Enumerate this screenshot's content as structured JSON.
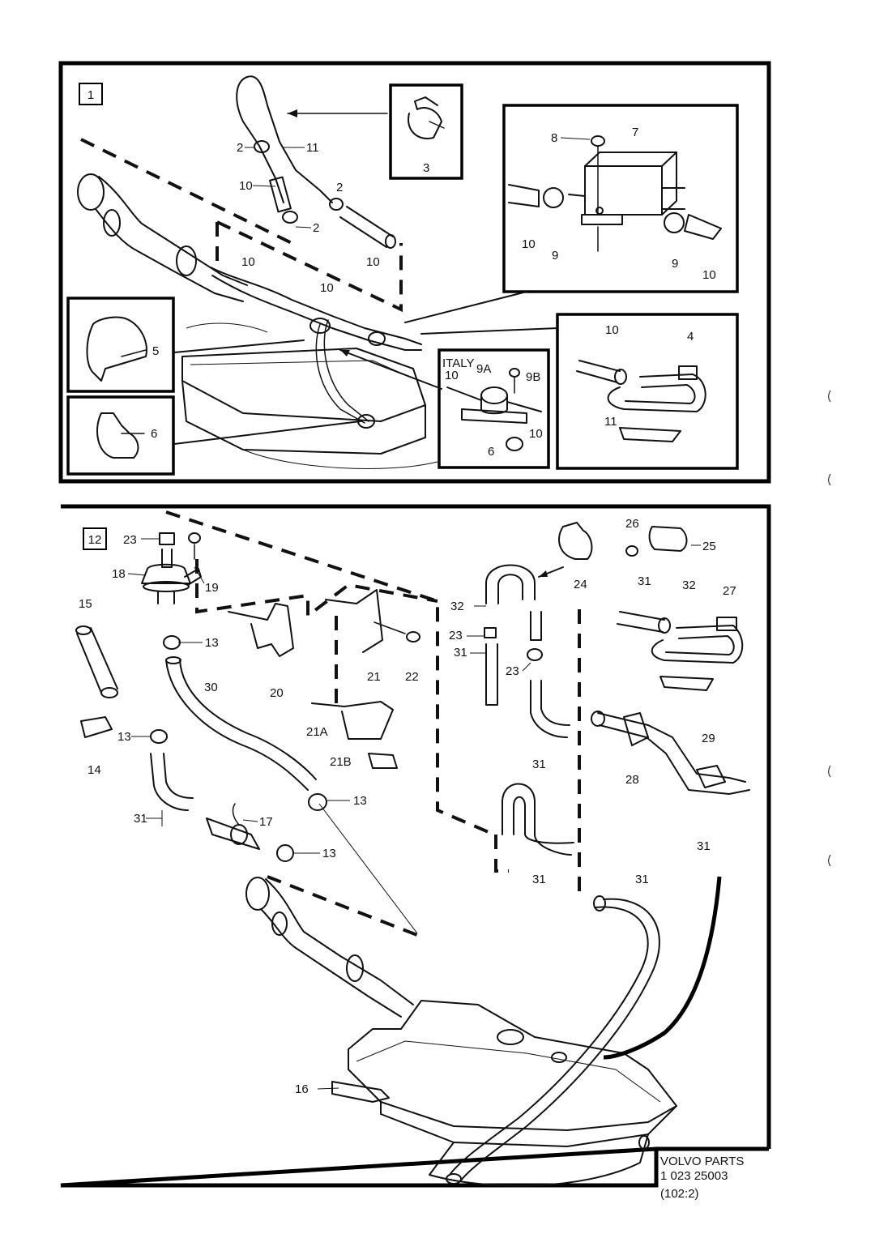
{
  "panels": {
    "top": {
      "number": "1"
    },
    "bottom": {
      "number": "12"
    }
  },
  "labels_top": {
    "l2a": "2",
    "l11a": "11",
    "l10a": "10",
    "l2b": "2",
    "l2c": "2",
    "l10b": "10",
    "l3": "3",
    "l8": "8",
    "l7": "7",
    "l10c": "10",
    "l9a": "9",
    "l9b": "9",
    "l10d": "10",
    "l10e": "10",
    "l10f": "10",
    "l5": "5",
    "l6a": "6",
    "italy": "ITALY",
    "l10g": "10",
    "l9A": "9A",
    "l9B": "9B",
    "l10h": "10",
    "l6b": "6",
    "l10i": "10",
    "l4": "4",
    "l11b": "11"
  },
  "labels_bottom": {
    "l23a": "23",
    "l18": "18",
    "l19": "19",
    "l15": "15",
    "l13a": "13",
    "l30": "30",
    "l14": "14",
    "l13b": "13",
    "l20": "20",
    "l21": "21",
    "l22": "22",
    "l21A": "21A",
    "l21B": "21B",
    "l13c": "13",
    "l31a": "31",
    "l17": "17",
    "l13d": "13",
    "l24": "24",
    "l26": "26",
    "l25": "25",
    "l32a": "32",
    "l23b": "23",
    "l31b": "31",
    "l23c": "23",
    "l31c": "31",
    "l32b": "32",
    "l27": "27",
    "l31d": "31",
    "l28": "28",
    "l29": "29",
    "l31e": "31",
    "l31f": "31",
    "l31g": "31",
    "l16": "16"
  },
  "footer": {
    "line1": "VOLVO PARTS",
    "line2": "1 023 25003",
    "line3": "(102:2)"
  }
}
